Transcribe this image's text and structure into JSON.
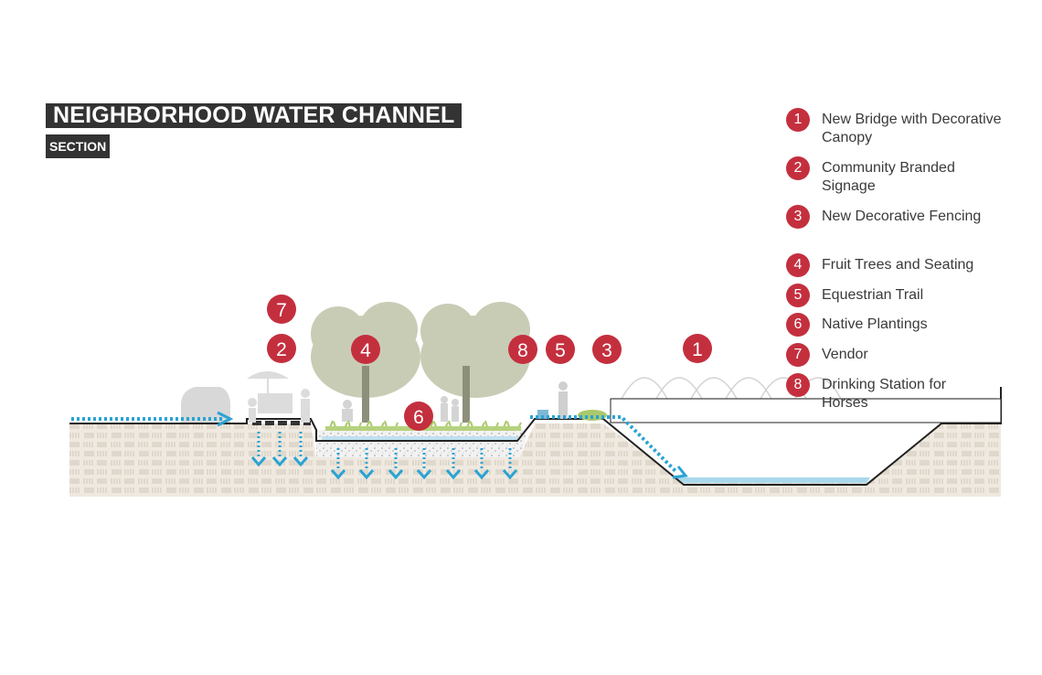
{
  "title": "NEIGHBORHOOD WATER CHANNEL",
  "subtitle": "SECTION",
  "colors": {
    "badge": "#c42f3e",
    "water_flow": "#2aa3d4",
    "soil": "#efe9e0",
    "tree": "#c9ccb5",
    "planting": "#a9c96a",
    "header_bg": "#333333"
  },
  "legend": [
    {
      "num": "1",
      "label": "New Bridge with Decorative Canopy"
    },
    {
      "num": "2",
      "label": "Community Branded Signage"
    },
    {
      "num": "3",
      "label": "New Decorative Fencing"
    },
    {
      "num": "4",
      "label": "Fruit Trees and Seating"
    },
    {
      "num": "5",
      "label": "Equestrian Trail"
    },
    {
      "num": "6",
      "label": "Native Plantings"
    },
    {
      "num": "7",
      "label": "Vendor"
    },
    {
      "num": "8",
      "label": "Drinking Station for Horses"
    }
  ],
  "callouts": [
    "7",
    "2",
    "4",
    "6",
    "8",
    "5",
    "3",
    "1"
  ]
}
